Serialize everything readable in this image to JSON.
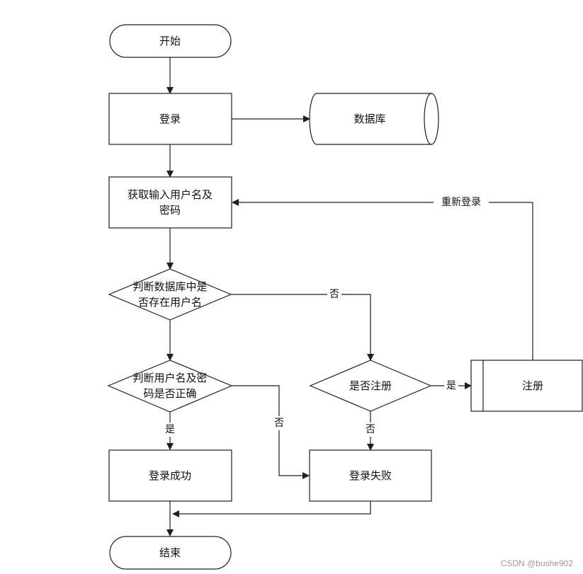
{
  "nodes": {
    "start": "开始",
    "login": "登录",
    "database": "数据库",
    "get_credentials": [
      "获取输入用户名及",
      "密码"
    ],
    "check_user_exists": [
      "判断数据库中是",
      "否存在用户名"
    ],
    "check_credentials": [
      "判断用户名及密",
      "码是否正确"
    ],
    "ask_register": "是否注册",
    "register": "注册",
    "login_success": "登录成功",
    "login_fail": "登录失败",
    "end": "结束"
  },
  "edge_labels": {
    "relogin": "重新登录",
    "user_not_exists_no": "否",
    "credentials_wrong_no": "否",
    "credentials_ok_yes": "是",
    "register_yes": "是",
    "register_no": "否"
  },
  "watermark": "CSDN @bushe902"
}
